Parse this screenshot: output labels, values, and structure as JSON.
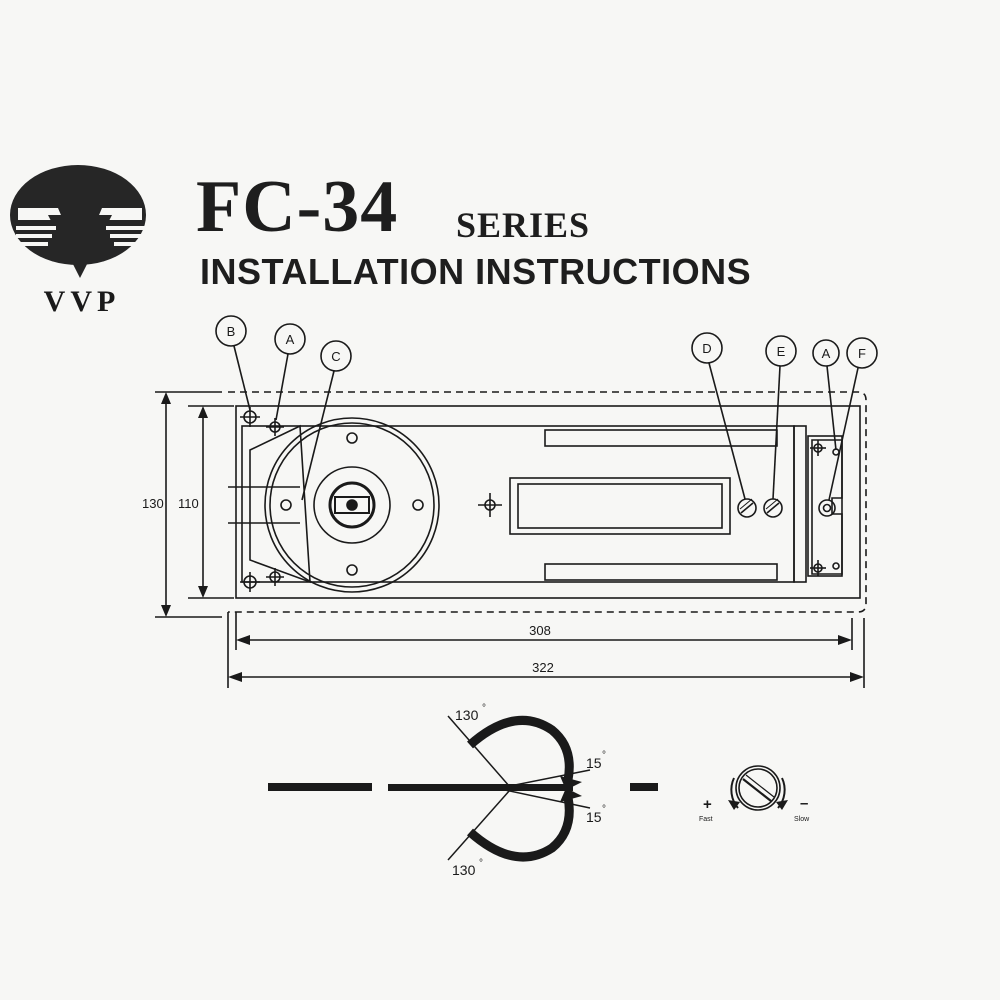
{
  "header": {
    "brand": "VVP",
    "model": "FC-34",
    "series": "SERIES",
    "subtitle": "INSTALLATION INSTRUCTIONS"
  },
  "callouts": {
    "b": "B",
    "a1": "A",
    "c": "C",
    "d": "D",
    "e": "E",
    "a2": "A",
    "f": "F"
  },
  "dimensions": {
    "outer_height": "130",
    "inner_height": "110",
    "inner_length": "308",
    "outer_length": "322"
  },
  "angles": {
    "open_top": "130",
    "stop_top": "15",
    "stop_bottom": "15",
    "open_bottom": "130",
    "degree": "°"
  },
  "speed": {
    "plus": "+",
    "fast": "Fast",
    "minus": "–",
    "slow": "Slow"
  }
}
